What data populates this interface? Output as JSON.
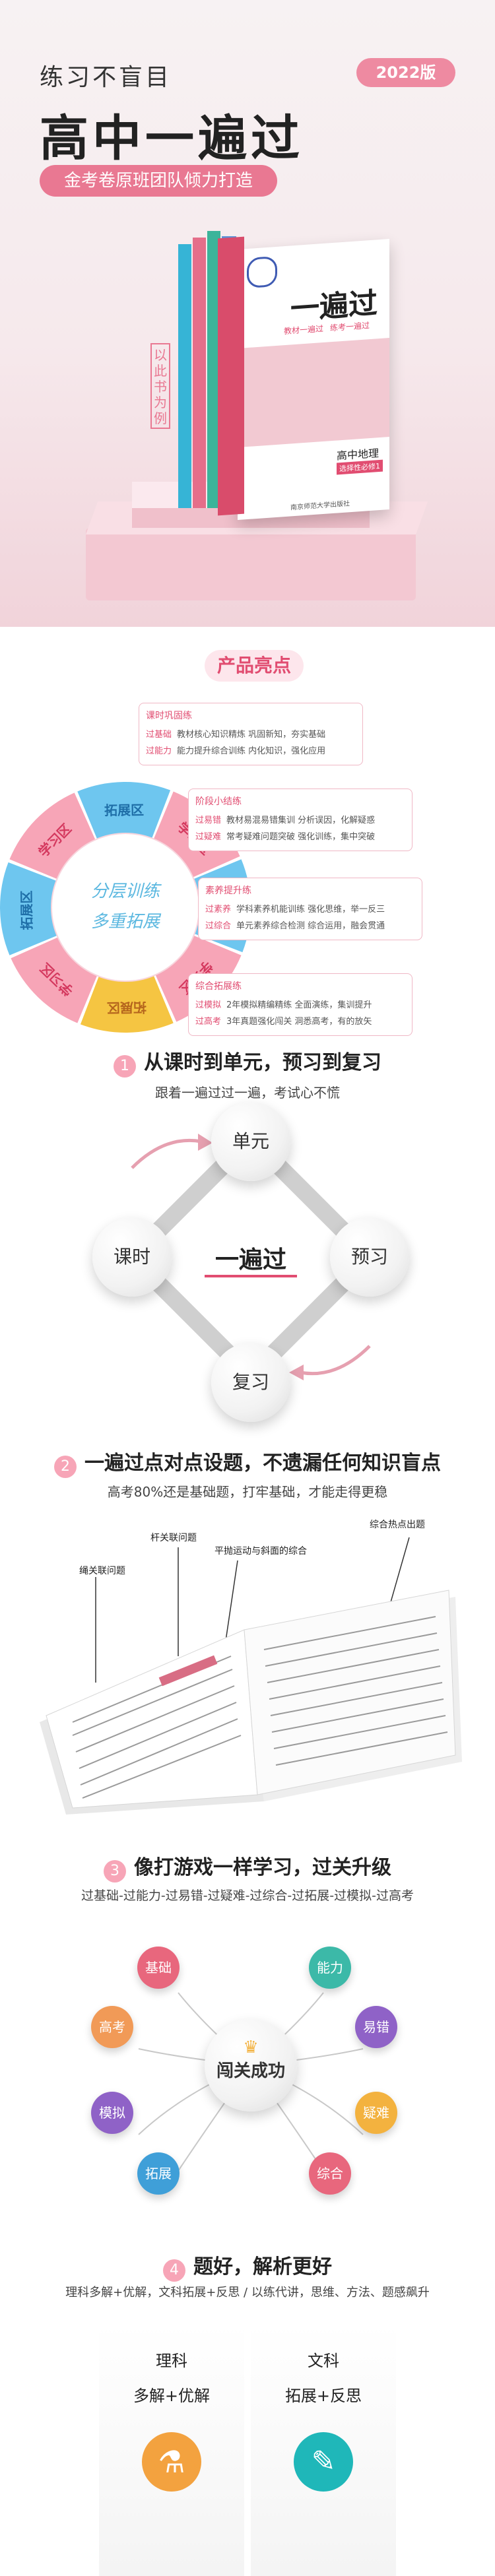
{
  "hero": {
    "small_title": "练习不盲目",
    "edition": "2022版",
    "main_title": "高中一遍过",
    "team": "金考卷原班团队倾力打造",
    "sample_tag": "以此书为例",
    "book": {
      "brand": "一遍过",
      "tag1": "教材一遍过",
      "tag2": "练考一遍过",
      "subject": "高中地理",
      "volume": "选择性必修1",
      "press": "南京师范大学出版社"
    }
  },
  "highlights": {
    "title": "产品亮点",
    "wheel_center": [
      "分层训练",
      "多重拓展"
    ],
    "wheel_segments": [
      "拓展区",
      "学习区",
      "拓展区",
      "学习区",
      "拓展区",
      "学习区",
      "拓展区",
      "学习区"
    ],
    "cards": [
      {
        "head": "课时巩固练",
        "rows": [
          {
            "k": "过基础",
            "t": "教材核心知识精炼   巩固新知，夯实基础"
          },
          {
            "k": "过能力",
            "t": "能力提升综合训练   内化知识，强化应用"
          }
        ]
      },
      {
        "head": "阶段小结练",
        "rows": [
          {
            "k": "过易错",
            "t": "教材易混易错集训   分析误因，化解疑惑"
          },
          {
            "k": "过疑难",
            "t": "常考疑难问题突破   强化训练，集中突破"
          }
        ]
      },
      {
        "head": "素养提升练",
        "rows": [
          {
            "k": "过素养",
            "t": "学科素养机能训练   强化思维，举一反三"
          },
          {
            "k": "过综合",
            "t": "单元素养综合检测   综合运用，融会贯通"
          }
        ]
      },
      {
        "head": "综合拓展练",
        "rows": [
          {
            "k": "过模拟",
            "t": "2年模拟精编精练   全面演练，集训提升"
          },
          {
            "k": "过高考",
            "t": "3年真题强化闯关   洞悉高考，有的放矢"
          }
        ]
      }
    ]
  },
  "section1": {
    "num": "1",
    "title": "从课时到单元，预习到复习",
    "subtitle": "跟着一遍过过一遍，考试心不慌",
    "nodes": {
      "top": "单元",
      "left": "课时",
      "right": "预习",
      "bottom": "复习"
    },
    "center": "一遍过"
  },
  "section2": {
    "num": "2",
    "title": "一遍过点对点设题，不遗漏任何知识盲点",
    "subtitle": "高考80%还是基础题，打牢基础，才能走得更稳",
    "annotations": [
      "绳关联问题",
      "杆关联问题",
      "平抛运动与斜面的综合",
      "综合热点出题"
    ]
  },
  "section3": {
    "num": "3",
    "title": "像打游戏一样学习，过关升级",
    "subtitle": "过基础-过能力-过易错-过疑难-过综合-过拓展-过模拟-过高考",
    "center": "闯关成功",
    "nodes": [
      {
        "label": "基础",
        "color": "#e8677d"
      },
      {
        "label": "能力",
        "color": "#3cb9a8"
      },
      {
        "label": "高考",
        "color": "#f19a57"
      },
      {
        "label": "易错",
        "color": "#8f62c7"
      },
      {
        "label": "模拟",
        "color": "#8f62c7"
      },
      {
        "label": "疑难",
        "color": "#f3b23f"
      },
      {
        "label": "拓展",
        "color": "#3f9fd8"
      },
      {
        "label": "综合",
        "color": "#e8677d"
      }
    ]
  },
  "section4": {
    "num": "4",
    "title": "题好，解析更好",
    "subtitle": "理科多解+优解，文科拓展+反思 / 以练代讲，思维、方法、题感飙升",
    "science": {
      "title": "理科",
      "desc": "多解+优解"
    },
    "arts": {
      "title": "文科",
      "desc": "拓展+反思"
    }
  },
  "colors": {
    "accent": "#e14d71",
    "pink": "#f7a5b7",
    "teal": "#1fb7b9",
    "orange": "#f3a23f"
  }
}
